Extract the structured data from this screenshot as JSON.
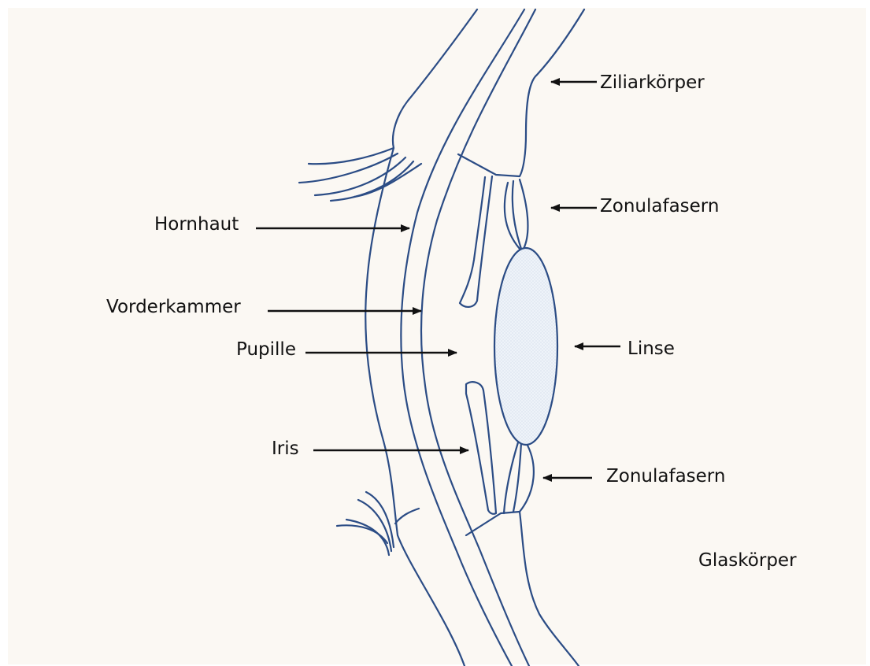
{
  "diagram": {
    "labels": {
      "ziliarkoerper": "Ziliarkörper",
      "zonulafasern_top": "Zonulafasern",
      "hornhaut": "Hornhaut",
      "vorderkammer": "Vorderkammer",
      "pupille": "Pupille",
      "linse": "Linse",
      "iris": "Iris",
      "zonulafasern_bottom": "Zonulafasern",
      "glaskoerper": "Glaskörper"
    },
    "colors": {
      "outline": "#2b4c85",
      "arrow": "#111111",
      "background": "#fbf8f3",
      "lens_fill": "#e8f0f8"
    }
  }
}
